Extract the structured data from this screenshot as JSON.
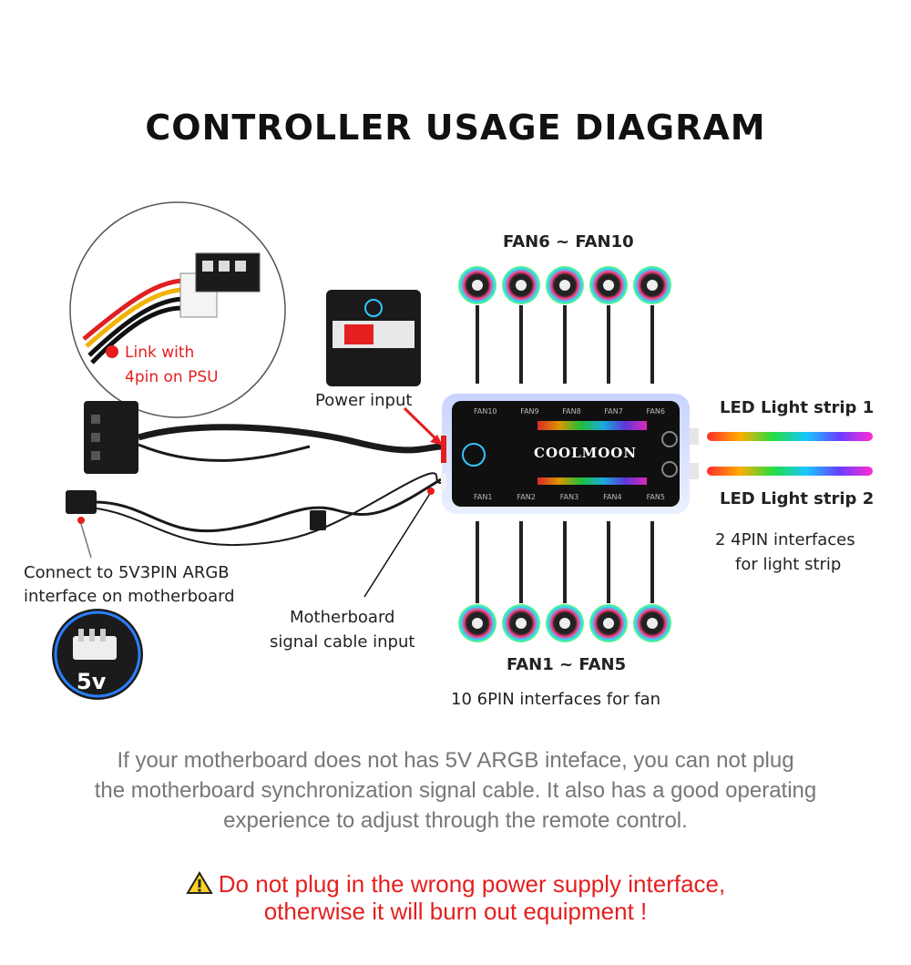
{
  "title": "CONTROLLER USAGE DIAGRAM",
  "labels": {
    "fan_top": "FAN6 ~ FAN10",
    "fan_bottom": "FAN1 ~ FAN5",
    "fan_interfaces": "10 6PIN interfaces for fan",
    "led1": "LED Light strip 1",
    "led2": "LED Light strip 2",
    "strip_line1": "2 4PIN interfaces",
    "strip_line2": "for light strip",
    "power_input": "Power input",
    "psu_line1": "Link with",
    "psu_line2": "4pin on PSU",
    "mb_line1": "Connect to 5V3PIN ARGB",
    "mb_line2": "interface on motherboard",
    "signal_line1": "Motherboard",
    "signal_line2": "signal cable input",
    "five_v": "5v",
    "brand": "COOLMOON"
  },
  "board_ports_top": [
    "FAN10",
    "FAN9",
    "FAN8",
    "FAN7",
    "FAN6"
  ],
  "board_ports_bottom": [
    "FAN1",
    "FAN2",
    "FAN3",
    "FAN4",
    "FAN5"
  ],
  "note": [
    "If your motherboard does not has 5V ARGB inteface, you can not plug",
    "the motherboard synchronization signal cable. It also has a good operating",
    "experience to adjust through the remote control."
  ],
  "warning": [
    "Do not plug in the wrong power supply interface,",
    "otherwise it will burn out equipment !"
  ],
  "colors": {
    "warning_red": "#e51f1f",
    "note_gray": "#777777",
    "board_dark": "#111111"
  }
}
